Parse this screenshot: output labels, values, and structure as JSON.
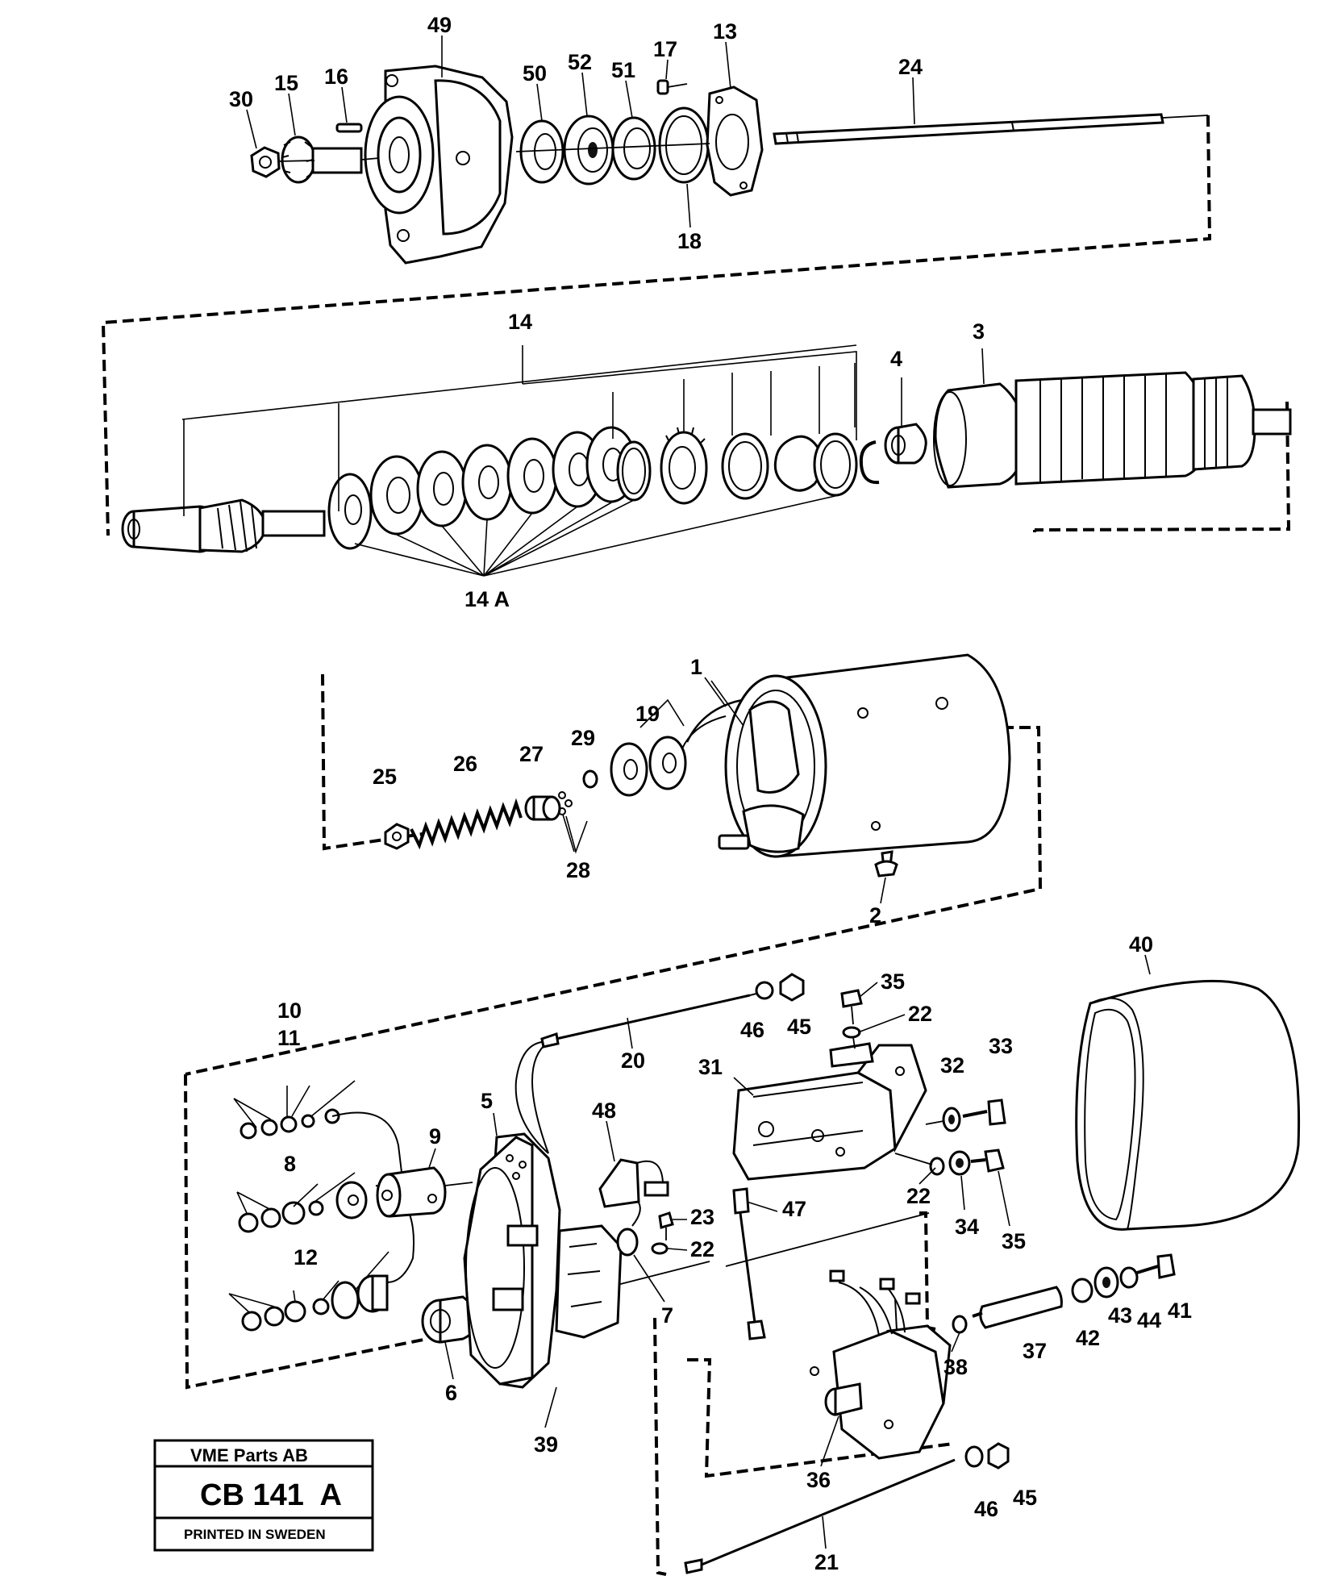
{
  "labels": {
    "l49": "49",
    "l15": "15",
    "l16": "16",
    "l30": "30",
    "l50": "50",
    "l52": "52",
    "l51": "51",
    "l17": "17",
    "l13": "13",
    "l24": "24",
    "l18": "18",
    "l14": "14",
    "l14a": "14 A",
    "l4": "4",
    "l3": "3",
    "l1": "1",
    "l19": "19",
    "l25": "25",
    "l26": "26",
    "l27": "27",
    "l29": "29",
    "l28": "28",
    "l2": "2",
    "l40": "40",
    "l35a": "35",
    "l46a": "46",
    "l45a": "45",
    "l22a": "22",
    "l33": "33",
    "l32": "32",
    "l20": "20",
    "l31": "31",
    "l10": "10",
    "l11": "11",
    "l9": "9",
    "l5": "5",
    "l48": "48",
    "l8": "8",
    "l23": "23",
    "l47": "47",
    "l22b": "22",
    "l22c": "22",
    "l34": "34",
    "l35b": "35",
    "l12": "12",
    "l7": "7",
    "l41": "41",
    "l43": "43",
    "l44": "44",
    "l42": "42",
    "l37": "37",
    "l38": "38",
    "l6": "6",
    "l39": "39",
    "l36": "36",
    "l46b": "46",
    "l45b": "45",
    "l21": "21"
  },
  "title_block": {
    "company": "VME Parts AB",
    "code": "CB 141  A",
    "footer": "PRINTED IN SWEDEN"
  }
}
